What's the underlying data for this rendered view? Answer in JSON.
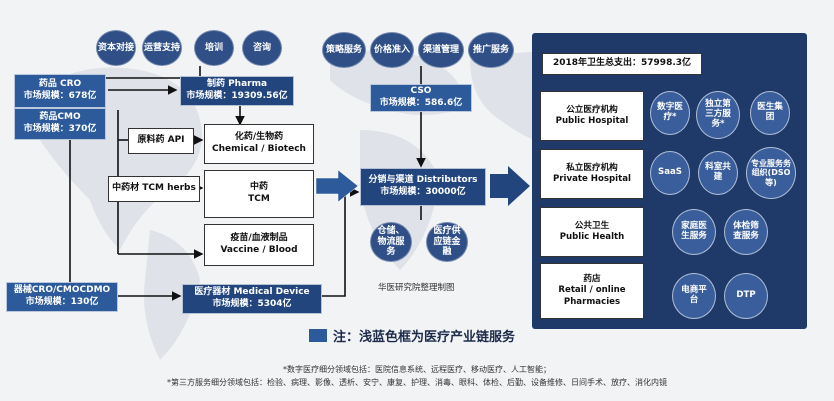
{
  "top_services": [
    "资本对接",
    "运营支持",
    "培训",
    "咨询"
  ],
  "cso_services": [
    "策略服务",
    "价格准入",
    "渠道管理",
    "推广服务"
  ],
  "pharma_cro": {
    "title": "药品 CRO",
    "scale": "市场规模：678亿"
  },
  "pharma_cmo": {
    "title": "药品CMO",
    "scale": "市场规模：370亿"
  },
  "pharma": {
    "title": "制药 Pharma",
    "scale": "市场规模：19309.56亿"
  },
  "cso": {
    "title": "CSO",
    "scale": "市场规模：586.6亿"
  },
  "api": "原料药 API",
  "herbs": "中药材 TCM herbs",
  "chem": {
    "cn": "化药/生物药",
    "en": "Chemical / Biotech"
  },
  "tcm": {
    "cn": "中药",
    "en": "TCM"
  },
  "vaccine": {
    "cn": "疫苗/血液制品",
    "en": "Vaccine / Blood"
  },
  "device_cro": {
    "title": "器械CRO/CMOCDMO",
    "scale": "市场规模：130亿"
  },
  "device": {
    "title": "医疗器材 Medical Device",
    "scale": "市场规模：5304亿"
  },
  "distributors": {
    "title": "分销与渠道 Distributors",
    "scale": "市场规模：30000亿"
  },
  "dist_services": [
    "仓储、物流服务",
    "医疗供应链金融"
  ],
  "credit": "华医研究院整理制图",
  "panel": {
    "header": "2018年卫生总支出：57998.3亿",
    "rows": [
      {
        "cn": "公立医疗机构",
        "en": "Public Hospital",
        "tags": [
          "数字医疗*",
          "独立第三方服务*",
          "医生集团"
        ]
      },
      {
        "cn": "私立医疗机构",
        "en": "Private Hospital",
        "tags": [
          "SaaS",
          "科室共建",
          "专业服务务组织(DSO等)"
        ]
      },
      {
        "cn": "公共卫生",
        "en": "Public Health",
        "tags": [
          "家庭医生服务",
          "体检筛查服务"
        ]
      },
      {
        "cn": "药店",
        "en": "Retail / online Pharmacies",
        "tags": [
          "电商平台",
          "DTP"
        ]
      }
    ]
  },
  "legend": "注：浅蓝色框为医疗产业链服务",
  "footnote1": "*数字医疗细分领域包括：医院信息系统、远程医疗、移动医疗、人工智能；",
  "footnote2": "*第三方服务细分领域包括：检验、病理、影像、透析、安宁、康复、护理、消毒、眼科、体检、后勤、设备维修、日间手术、放疗、消化内镜",
  "colors": {
    "navy": "#22457e",
    "panel": "#1f3a68",
    "accent": "#2d5a9a"
  }
}
